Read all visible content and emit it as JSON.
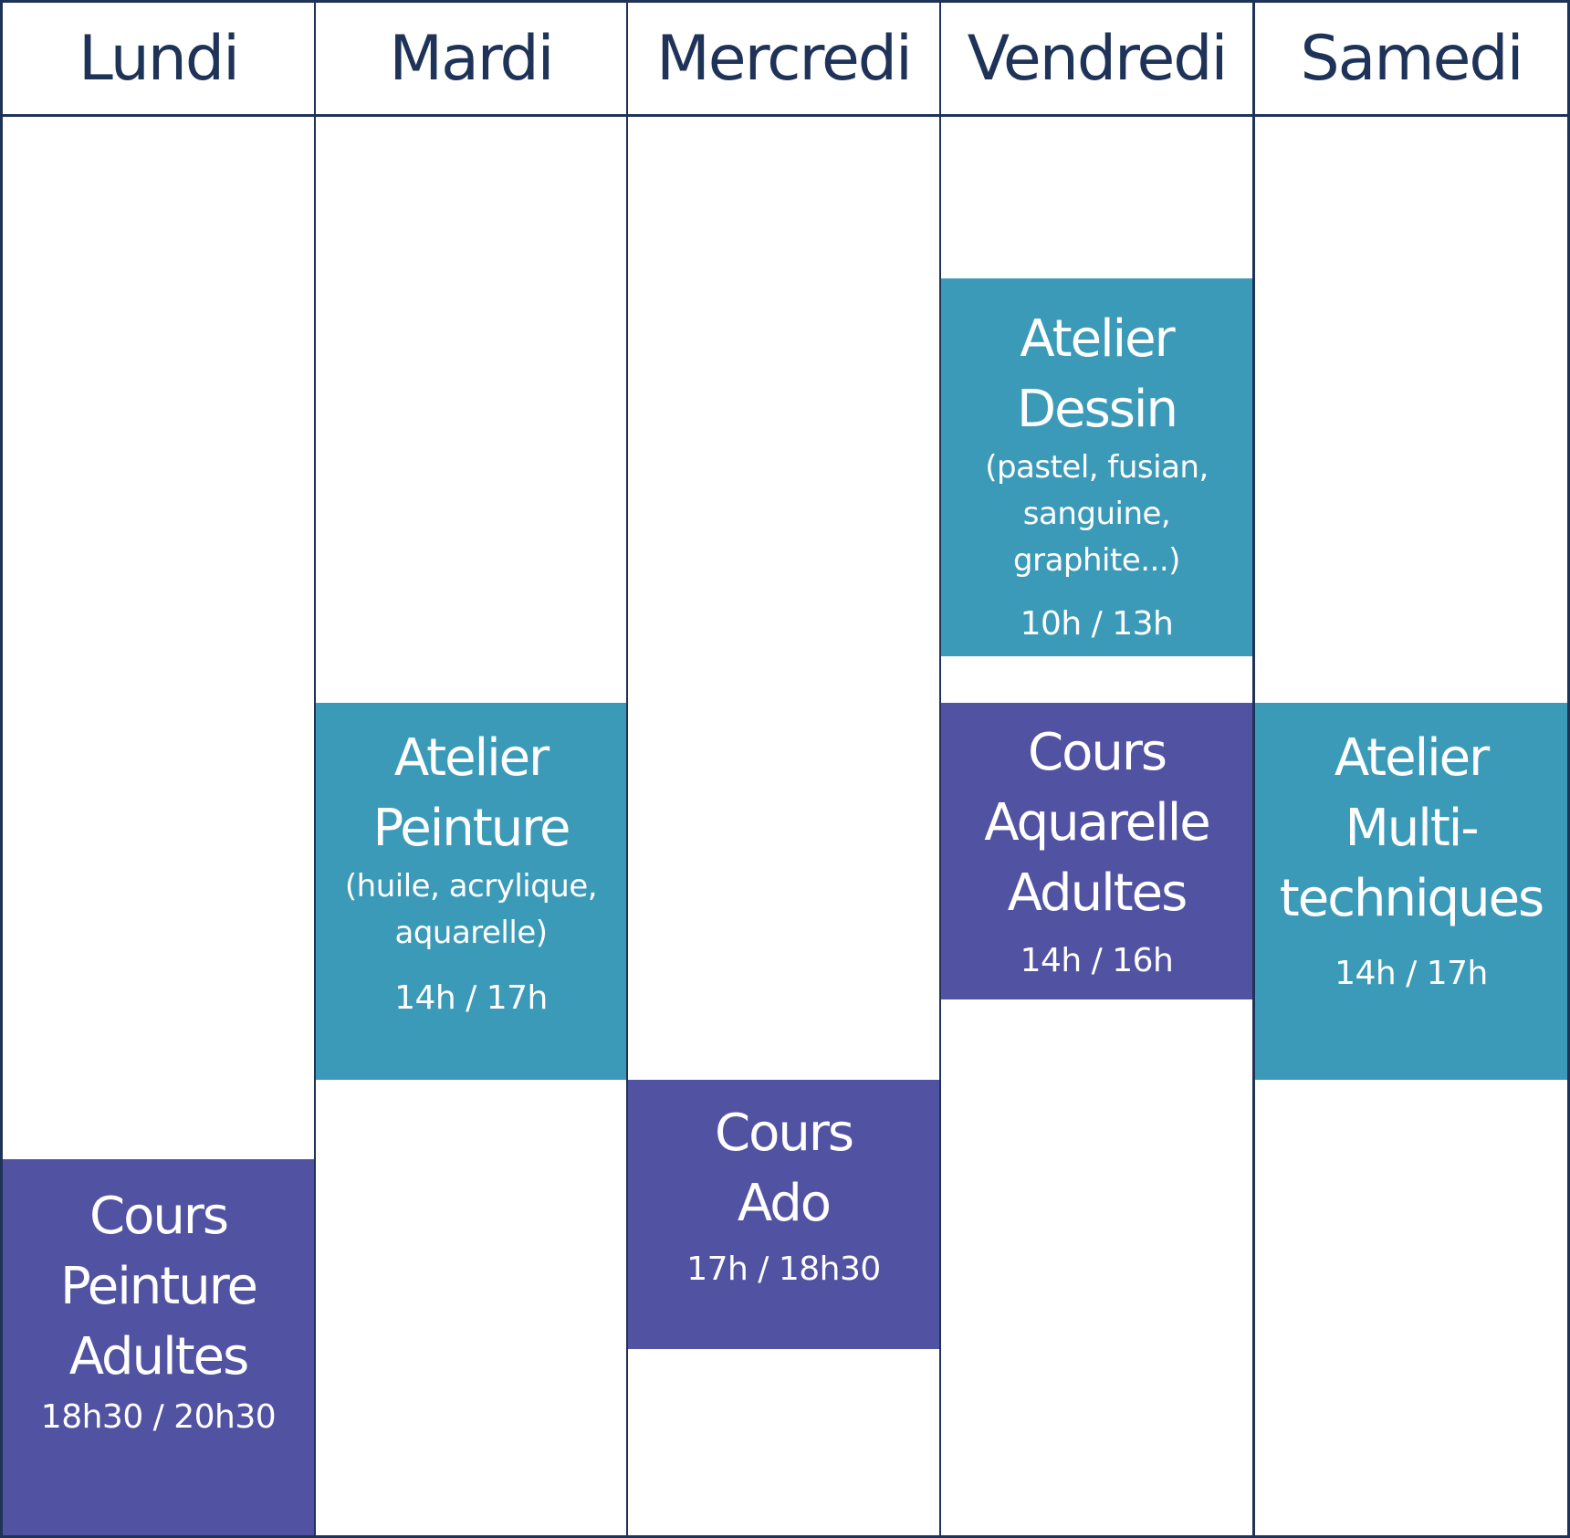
{
  "days": [
    {
      "label": "Lundi"
    },
    {
      "label": "Mardi"
    },
    {
      "label": "Mercredi"
    },
    {
      "label": "Vendredi"
    },
    {
      "label": "Samedi"
    }
  ],
  "colors": {
    "grid_line": "#1f3358",
    "header_text": "#1f3358",
    "atelier": "#3c9ab9",
    "cours": "#5252a3",
    "event_text": "#ffffff"
  },
  "events": {
    "lundi_cours_peinture": {
      "title": [
        "Cours",
        "Peinture",
        "Adultes"
      ],
      "time": "18h30 / 20h30"
    },
    "mardi_atelier_peinture": {
      "title": [
        "Atelier",
        "Peinture"
      ],
      "details": [
        "(huile, acrylique,",
        "aquarelle)"
      ],
      "time": "14h / 17h"
    },
    "mercredi_cours_ado": {
      "title": [
        "Cours",
        "Ado"
      ],
      "time": "17h / 18h30"
    },
    "vendredi_atelier_dessin": {
      "title": [
        "Atelier",
        "Dessin"
      ],
      "details": [
        "(pastel, fusian,",
        "sanguine,",
        "graphite...)"
      ],
      "time": "10h / 13h"
    },
    "vendredi_cours_aquarelle": {
      "title": [
        "Cours",
        "Aquarelle",
        "Adultes"
      ],
      "time": "14h / 16h"
    },
    "samedi_atelier_multi": {
      "title": [
        "Atelier",
        "Multi-",
        "techniques"
      ],
      "time": "14h / 17h"
    }
  }
}
